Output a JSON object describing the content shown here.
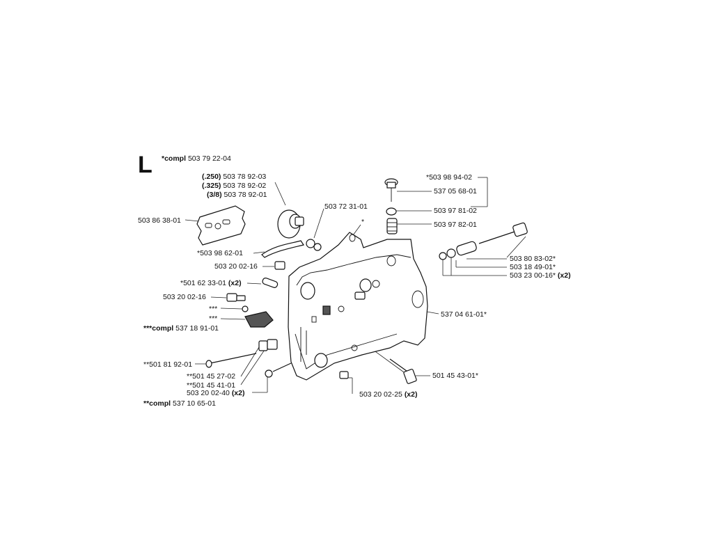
{
  "section": "L",
  "labels": {
    "compl_main": {
      "prefix": "*compl",
      "code": "503 79 22-04"
    },
    "bar_250": {
      "prefix": "(.250)",
      "code": "503 78 92-03"
    },
    "bar_325": {
      "prefix": "(.325)",
      "code": "503 78 92-02"
    },
    "bar_38": {
      "prefix": "(3/8)",
      "code": "503 78 92-01"
    },
    "p_50386": "503 86 38-01",
    "p_50372": "503 72 31-01",
    "star": "*",
    "p_50398_62": "*503 98 62-01",
    "p_50320_16a": "503 20 02-16",
    "p_50162": {
      "code": "*501 62 33-01",
      "qty": "(x2)"
    },
    "p_50320_16b": "503 20 02-16",
    "triple1": "***",
    "triple2": "***",
    "compl_537_18": {
      "prefix": "***compl",
      "code": "537 18 91-01"
    },
    "p_50181": "**501 81 92-01",
    "p_50145_27": "**501 45 27-02",
    "p_50145_41": "**501 45 41-01",
    "p_50320_40": {
      "code": "503 20 02-40",
      "qty": "(x2)"
    },
    "compl_537_10": {
      "prefix": "**compl",
      "code": "537 10 65-01"
    },
    "p_50398_94": "*503 98 94-02",
    "p_53705": "537 05 68-01",
    "p_50397_81": "503 97 81-02",
    "p_50397_82": "503 97 82-01",
    "p_50380": "503 80 83-02*",
    "p_50318": "503 18 49-01*",
    "p_50323": {
      "code": "503 23 00-16*",
      "qty": "(x2)"
    },
    "p_53704": "537 04 61-01*",
    "p_50145_43": "501 45 43-01*",
    "p_50320_25": {
      "code": "503 20 02-25",
      "qty": "(x2)"
    }
  }
}
